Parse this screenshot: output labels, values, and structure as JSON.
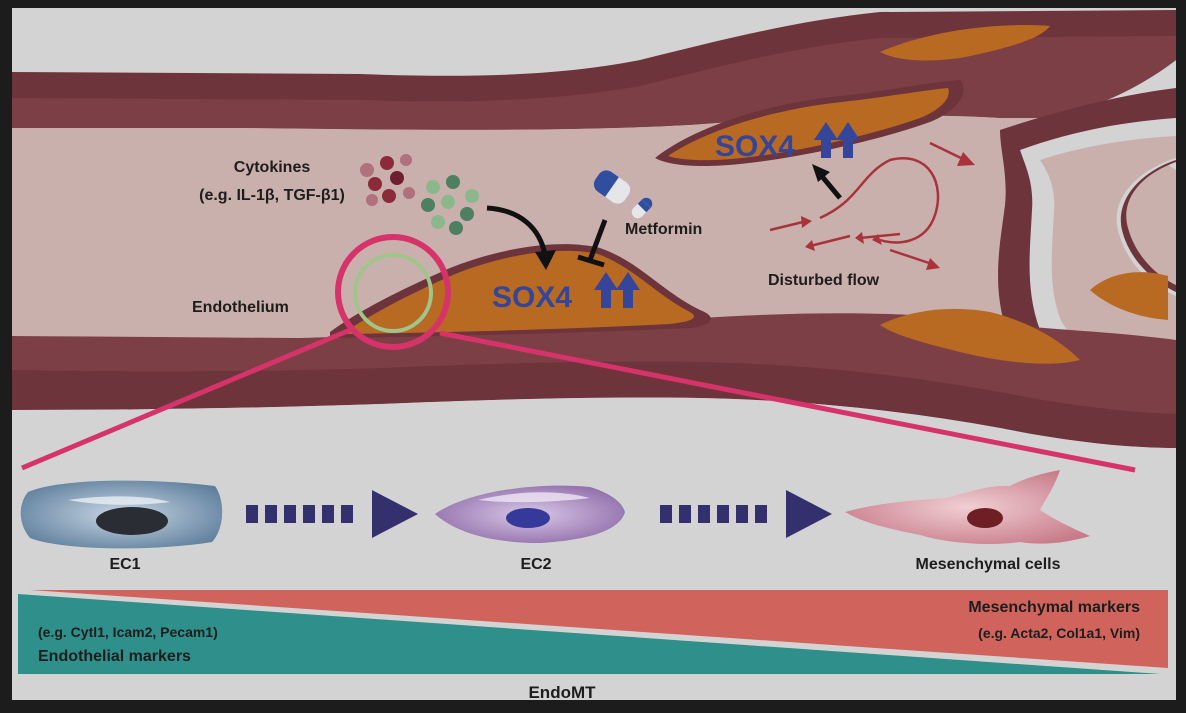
{
  "labels": {
    "cytokines_title": "Cytokines",
    "cytokines_example": "(e.g. IL-1β, TGF-β1)",
    "endothelium": "Endothelium",
    "metformin": "Metformin",
    "disturbed_flow": "Disturbed flow",
    "sox4_center": "SOX4",
    "sox4_upper": "SOX4"
  },
  "cells": [
    {
      "label": "EC1"
    },
    {
      "label": "EC2"
    },
    {
      "label": "Mesenchymal cells"
    }
  ],
  "markers": {
    "endothelial_examples": "(e.g. Cytl1, Icam2, Pecam1)",
    "endothelial_title": "Endothelial markers",
    "mesenchymal_title": "Mesenchymal markers",
    "mesenchymal_examples": "(e.g. Acta2, Col1a1, Vim)"
  },
  "footer": {
    "label": "EndoMT"
  },
  "colors": {
    "background": "#d3d3d3",
    "vessel_dark": "#6e343b",
    "vessel_mid": "#7d3f46",
    "lumen": "#cab0ad",
    "plaque": "#b86a22",
    "sox4_text": "#34459a",
    "flow_red": "#a9333a",
    "callout": "#d6336a",
    "teal": "#2f8f8a",
    "salmon": "#d0645d",
    "arrow_navy": "#34306e"
  }
}
